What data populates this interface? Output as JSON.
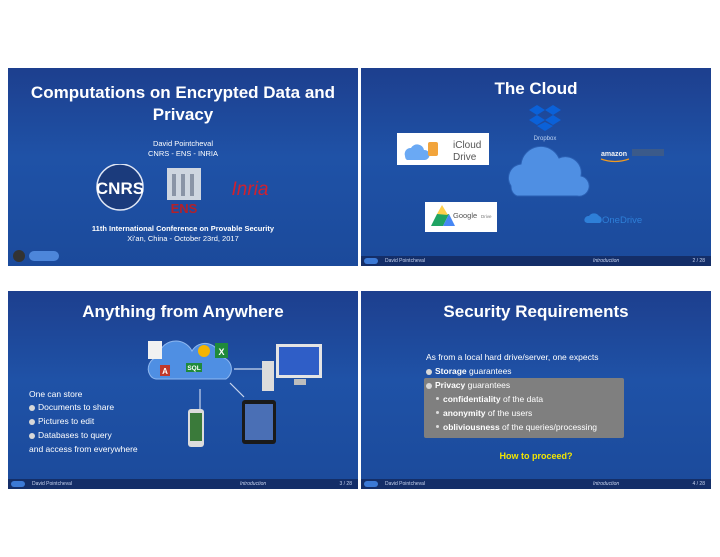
{
  "slide1": {
    "title": "Computations on Encrypted Data and Privacy",
    "author": "David Pointcheval",
    "affiliation": "CNRS - ENS - INRIA",
    "logos": {
      "cnrs": "CNRS",
      "ens": "ENS",
      "inria": "Inria"
    },
    "conference": "11th International Conference on Provable Security",
    "place_date": "Xi'an, China - October 23rd, 2017"
  },
  "slide2": {
    "title": "The Cloud",
    "services": {
      "icloud_line1": "iCloud",
      "icloud_line2": "Drive",
      "dropbox": "Dropbox",
      "amazon": "amazon",
      "google": "Google",
      "google_drive": "Drive",
      "onedrive": "OneDrive"
    },
    "footer": {
      "author": "David Pointcheval",
      "section": "Introduction",
      "page": "2 / 28"
    }
  },
  "slide3": {
    "title": "Anything from Anywhere",
    "intro": "One can store",
    "items": [
      "Documents to share",
      "Pictures to edit",
      "Databases to query"
    ],
    "outro": "and access from everywhere",
    "icon_labels": {
      "x": "X",
      "sql": "SQL",
      "a": "A"
    },
    "footer": {
      "author": "David Pointcheval",
      "section": "Introduction",
      "page": "3 / 28"
    }
  },
  "slide4": {
    "title": "Security Requirements",
    "intro": "As from a local hard drive/server, one expects",
    "storage_bold": "Storage",
    "storage_rest": " guarantees",
    "privacy_bold": "Privacy",
    "privacy_rest": " guarantees",
    "sub1_bold": "confidentiality",
    "sub1_rest": " of the data",
    "sub2_bold": "anonymity",
    "sub2_rest": " of the users",
    "sub3_bold": "obliviousness",
    "sub3_rest": " of the queries/processing",
    "question": "How to proceed?",
    "footer": {
      "author": "David Pointcheval",
      "section": "Introduction",
      "page": "4 / 28"
    }
  },
  "colors": {
    "slide_blue": "#1f52a7",
    "question_yellow": "#f3e600",
    "privacy_box": "#7f7f7f"
  }
}
